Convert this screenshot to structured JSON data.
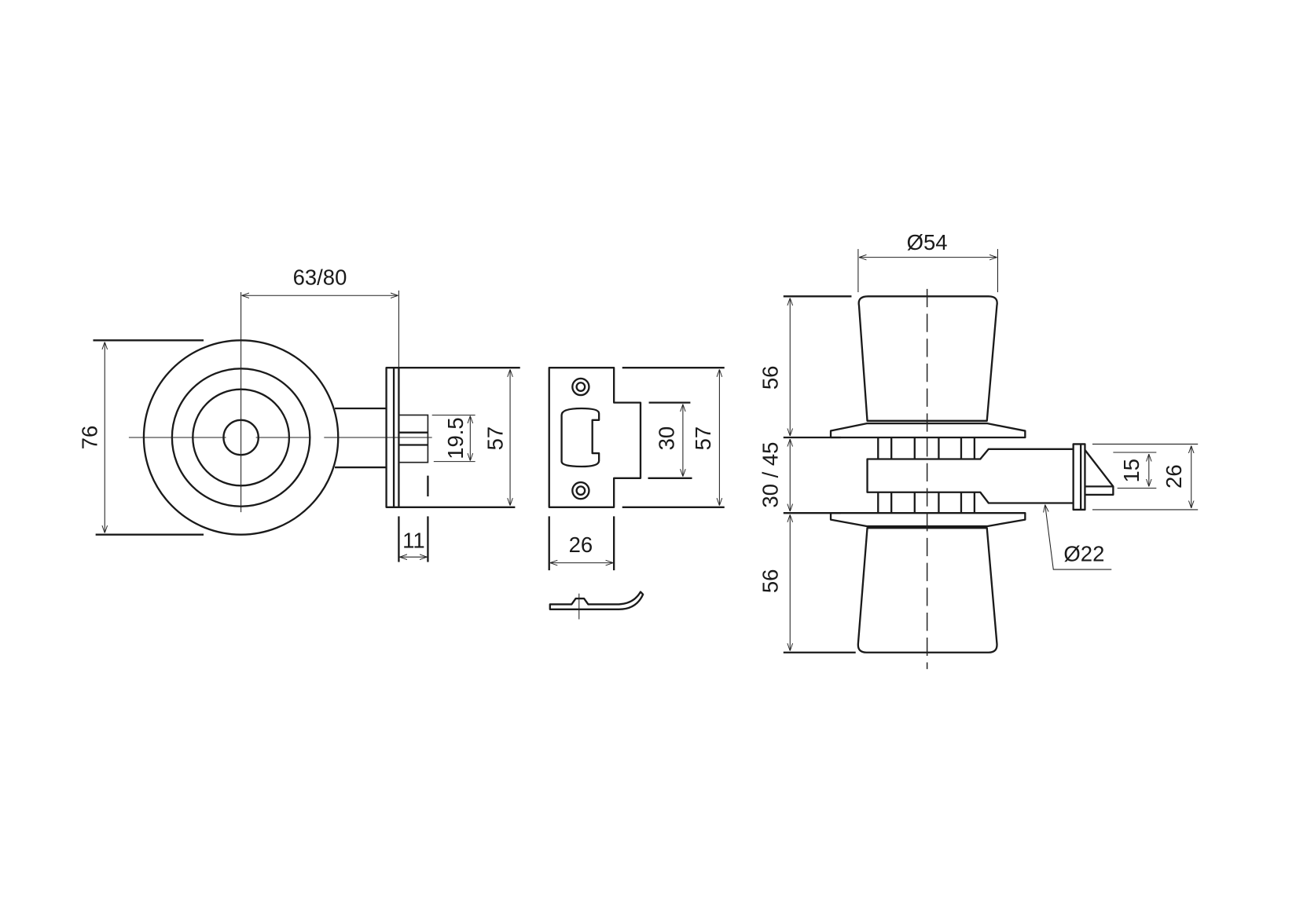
{
  "title": "Knob lock set technical drawing",
  "colors": {
    "line": "#1a1a1a",
    "background": "#ffffff"
  },
  "latch_view": {
    "backset": "63/80",
    "rose_height": "76",
    "latch_bolt": "19.5",
    "faceplate_height": "57",
    "faceplate_thickness": "11"
  },
  "strike_view": {
    "lip_height": "30",
    "plate_height": "57",
    "plate_width": "26"
  },
  "knob_view": {
    "knob_diameter": "Ø54",
    "knob_length_top": "56",
    "door_thickness": "30 / 45",
    "knob_length_bottom": "56",
    "bolt_dimension": "15",
    "faceplate_width": "26",
    "spindle_diameter": "Ø22"
  }
}
